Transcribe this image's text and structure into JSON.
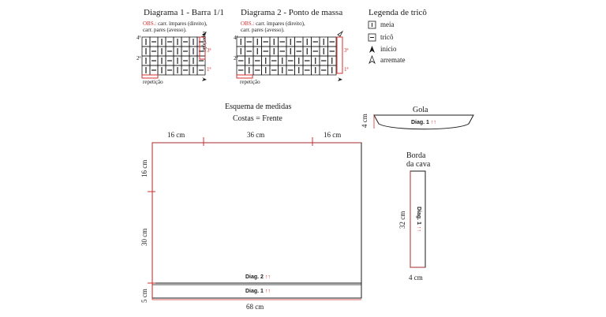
{
  "diagram1": {
    "title": "Diagrama 1 - Barra 1/1",
    "obs_label": "OBS.:",
    "obs_line1": "carr. ímpares (direito),",
    "obs_line2": "carr. pares (avesso).",
    "repeticao_side": "repetição",
    "repeticao_bottom": "repetição",
    "row_nums": [
      "4ª",
      "3ª",
      "2ª",
      "1ª"
    ]
  },
  "diagram2": {
    "title": "Diagrama 2 - Ponto de massa",
    "obs_label": "OBS.:",
    "obs_line1": "carr. ímpares (direito),",
    "obs_line2": "carr. pares (avesso).",
    "repeticao_bottom": "repetição",
    "row_nums": [
      "4ª",
      "3ª",
      "2ª",
      "1ª"
    ]
  },
  "legend": {
    "title": "Legenda de tricô",
    "items": [
      {
        "symbol": "|",
        "label": "meia"
      },
      {
        "symbol": "–",
        "label": "tricô"
      },
      {
        "symbol": "▲",
        "label": "início"
      },
      {
        "symbol": "△",
        "label": "arremate"
      }
    ]
  },
  "schema": {
    "title": "Esquema de medidas",
    "subtitle": "Costas = Frente",
    "top_left": "16 cm",
    "top_mid": "36 cm",
    "top_right": "16 cm",
    "left_top": "16 cm",
    "left_mid": "30 cm",
    "left_bottom": "5 cm",
    "bottom": "68 cm",
    "diag2": "Diag. 2",
    "diag1": "Diag. 1",
    "arrows": "↑↑"
  },
  "gola": {
    "title": "Gola",
    "side": "4 cm",
    "diag": "Diag. 1",
    "arrows": "↑↑"
  },
  "borda": {
    "title_line1": "Borda",
    "title_line2": "da cava",
    "side": "32 cm",
    "bottom": "4 cm",
    "diag": "Diag. 1",
    "arrows": "↑↑"
  },
  "colors": {
    "accent": "#d32f2f",
    "ink": "#1a1a1a"
  }
}
